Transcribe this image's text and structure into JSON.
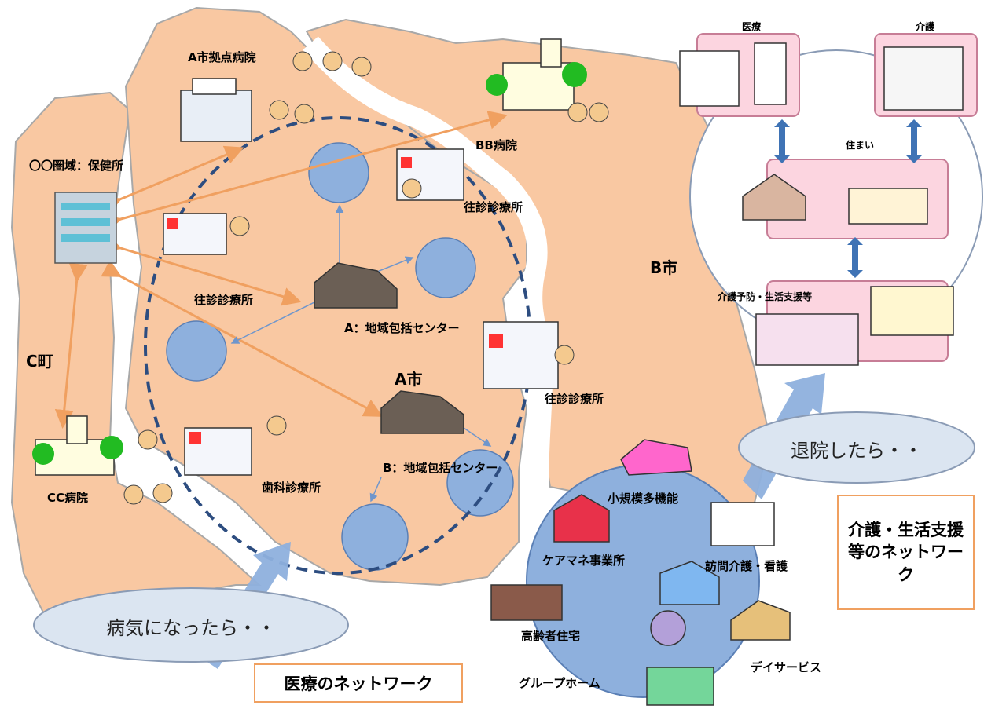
{
  "labels": {
    "a_city_hospital": "A市拠点病院",
    "health_center": "〇〇圏域：保健所",
    "bb_hospital": "BB病院",
    "home_clinic_1": "往診診療所",
    "home_clinic_2": "往診診療所",
    "home_clinic_3": "往診診療所",
    "center_a": "A：地域包括センター",
    "center_b": "B：地域包括センター",
    "a_city": "A市",
    "b_city": "B市",
    "c_town": "C町",
    "cc_hospital": "CC病院",
    "dental_clinic": "歯科診療所",
    "iryo": "医療",
    "kaigo": "介護",
    "sumai": "住まい",
    "prevention": "介護予防・生活支援等",
    "small_multi": "小規模多機能",
    "care_manager": "ケアマネ事業所",
    "visiting_care": "訪問介護・看護",
    "elderly_housing": "高齢者住宅",
    "day_service": "デイサービス",
    "group_home": "グループホーム"
  },
  "callouts": {
    "sick": "病気になったら・・",
    "discharge": "退院したら・・"
  },
  "boxes": {
    "medical_network": "医療のネットワーク",
    "care_network": "介護・生活支援等のネットワーク"
  },
  "colors": {
    "land": "#f9c8a2",
    "river": "#ffffff",
    "circle": "#8eb0dd",
    "arrow_orange": "#f0a060",
    "arrow_blue": "#6f96cc",
    "pink_panel": "#fcd5e0",
    "box_border": "#f0a060"
  }
}
